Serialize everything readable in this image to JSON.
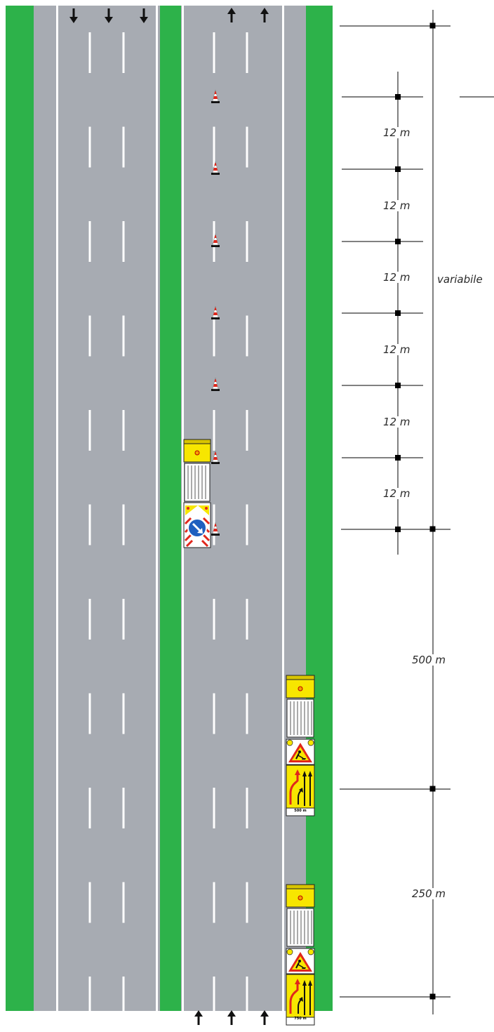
{
  "colors": {
    "verge": "#2db24a",
    "asphalt": "#a7abb2",
    "marking": "#ffffff",
    "dimension_line": "#000000",
    "sign_yellow": "#f7e600",
    "cone_red": "#e0261b"
  },
  "road": {
    "left_carriageway_direction": "down",
    "right_carriageway_direction": "up",
    "lanes_per_carriageway": 3,
    "top_arrows_left_count": 3,
    "top_arrows_right_count": 2,
    "bottom_arrows_right_count": 3
  },
  "work_zone": {
    "cone_count": 7,
    "cone_spacing_label": "12 m",
    "closure_vehicle_icons": [
      "lamp-icon",
      "arrow-keep-right-icon",
      "chevron-barrier-icon"
    ]
  },
  "dimensions": {
    "spacing_labels": [
      "12 m",
      "12 m",
      "12 m",
      "12 m",
      "12 m",
      "12 m"
    ],
    "total_label": "variabile",
    "advance_label_1": "500 m",
    "advance_label_2": "250 m"
  },
  "advance_vehicles": [
    {
      "distance_text": "500 m",
      "icons": [
        "lamp-icon",
        "roadworks-warning-icon",
        "lane-change-arrows-icon"
      ]
    },
    {
      "distance_text": "750 m",
      "icons": [
        "lamp-icon",
        "roadworks-warning-icon",
        "lane-change-arrows-icon"
      ]
    }
  ]
}
